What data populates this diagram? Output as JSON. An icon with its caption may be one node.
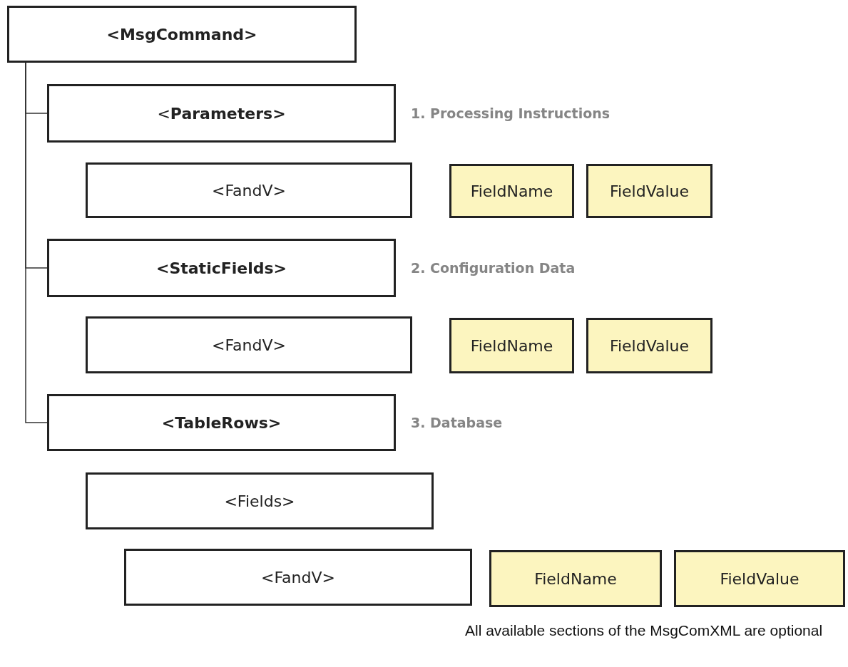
{
  "diagram": {
    "nodes": [
      {
        "text": [
          "<MsgCommand>"
        ]
      },
      {
        "text": [
          "<**Parameters>**"
        ],
        "beside": [
          "1. Processing Instructions"
        ]
      },
      {
        "text": [
          "<FandV>"
        ]
      },
      {
        "text": [
          "FieldName"
        ]
      },
      {
        "text": [
          "FieldValue"
        ]
      },
      {
        "text": [
          "<StaticFields>"
        ],
        "beside": [
          "2. Configuration Data"
        ]
      },
      {
        "text": [
          "<FandV>"
        ]
      },
      {
        "text": [
          "FieldName"
        ]
      },
      {
        "text": [
          "FieldValue"
        ]
      },
      {
        "text": [
          "<TableRows>"
        ],
        "beside": [
          "3. Database"
        ]
      },
      {
        "text": [
          "<Fields>"
        ]
      },
      {
        "text": [
          "<FandV>"
        ]
      },
      {
        "text": [
          "FieldName"
        ]
      },
      {
        "text": [
          "FieldValue"
        ]
      }
    ],
    "edges": [
      {
        "from": 0,
        "to": 1,
        "arrow": "none"
      },
      {
        "from": 0,
        "to": 5,
        "arrow": "none"
      },
      {
        "from": 0,
        "to": 9,
        "arrow": "none"
      }
    ],
    "labels": [
      "All available sections of the MsgComXML are optional"
    ]
  }
}
